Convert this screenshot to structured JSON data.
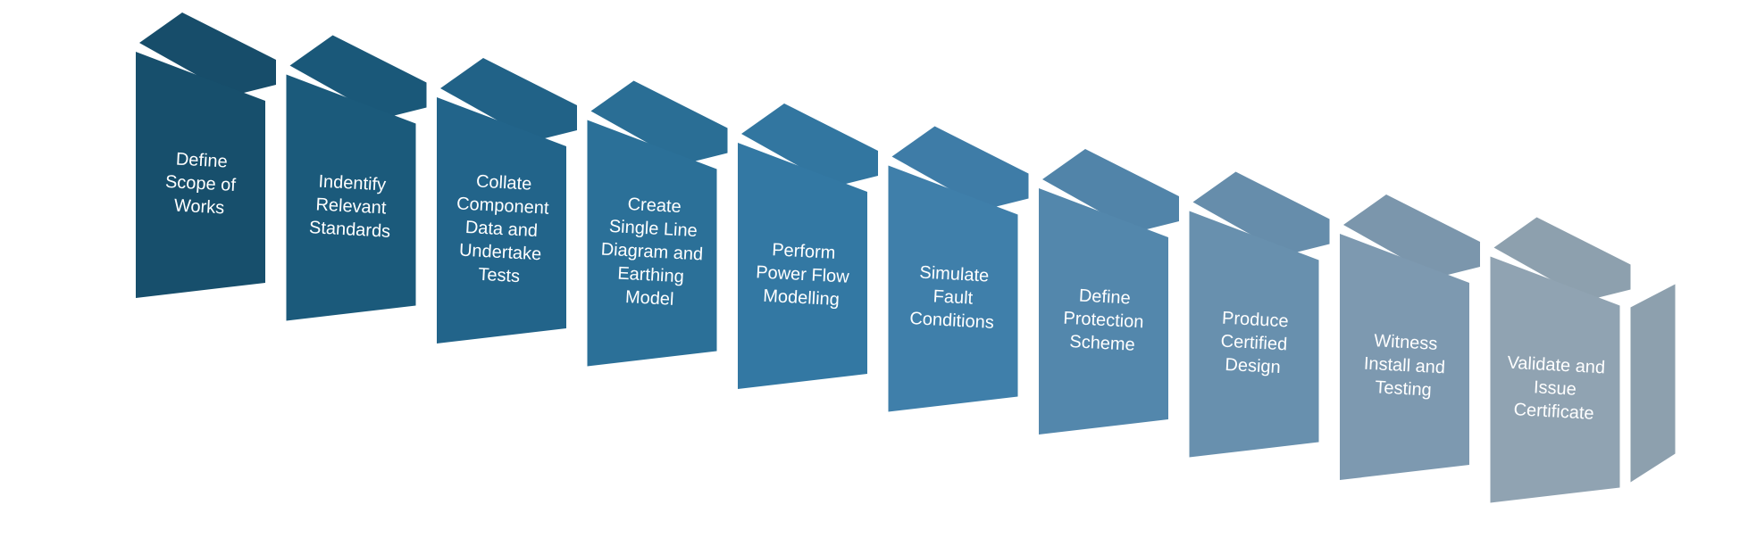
{
  "process": {
    "steps": [
      {
        "label_lines": [
          "Define",
          "Scope of",
          "Works"
        ],
        "color": "#174F6C"
      },
      {
        "label_lines": [
          "Indentify",
          "Relevant",
          "Standards"
        ],
        "color": "#1B5A7B"
      },
      {
        "label_lines": [
          "Collate",
          "Component",
          "Data and",
          "Undertake",
          "Tests"
        ],
        "color": "#22648A"
      },
      {
        "label_lines": [
          "Create",
          "Single Line",
          "Diagram and",
          "Earthing",
          "Model"
        ],
        "color": "#2B7098"
      },
      {
        "label_lines": [
          "Perform",
          "Power Flow",
          "Modelling"
        ],
        "color": "#3378A3"
      },
      {
        "label_lines": [
          "Simulate",
          "Fault",
          "Conditions"
        ],
        "color": "#3F7FAA"
      },
      {
        "label_lines": [
          "Define",
          "Protection",
          "Scheme"
        ],
        "color": "#5387AC"
      },
      {
        "label_lines": [
          "Produce",
          "Certified",
          "Design"
        ],
        "color": "#6890AE"
      },
      {
        "label_lines": [
          "Witness",
          "Install and",
          "Testing"
        ],
        "color": "#7D99B0"
      },
      {
        "label_lines": [
          "Validate and",
          "Issue",
          "Certificate"
        ],
        "color": "#90A3B2"
      }
    ]
  }
}
